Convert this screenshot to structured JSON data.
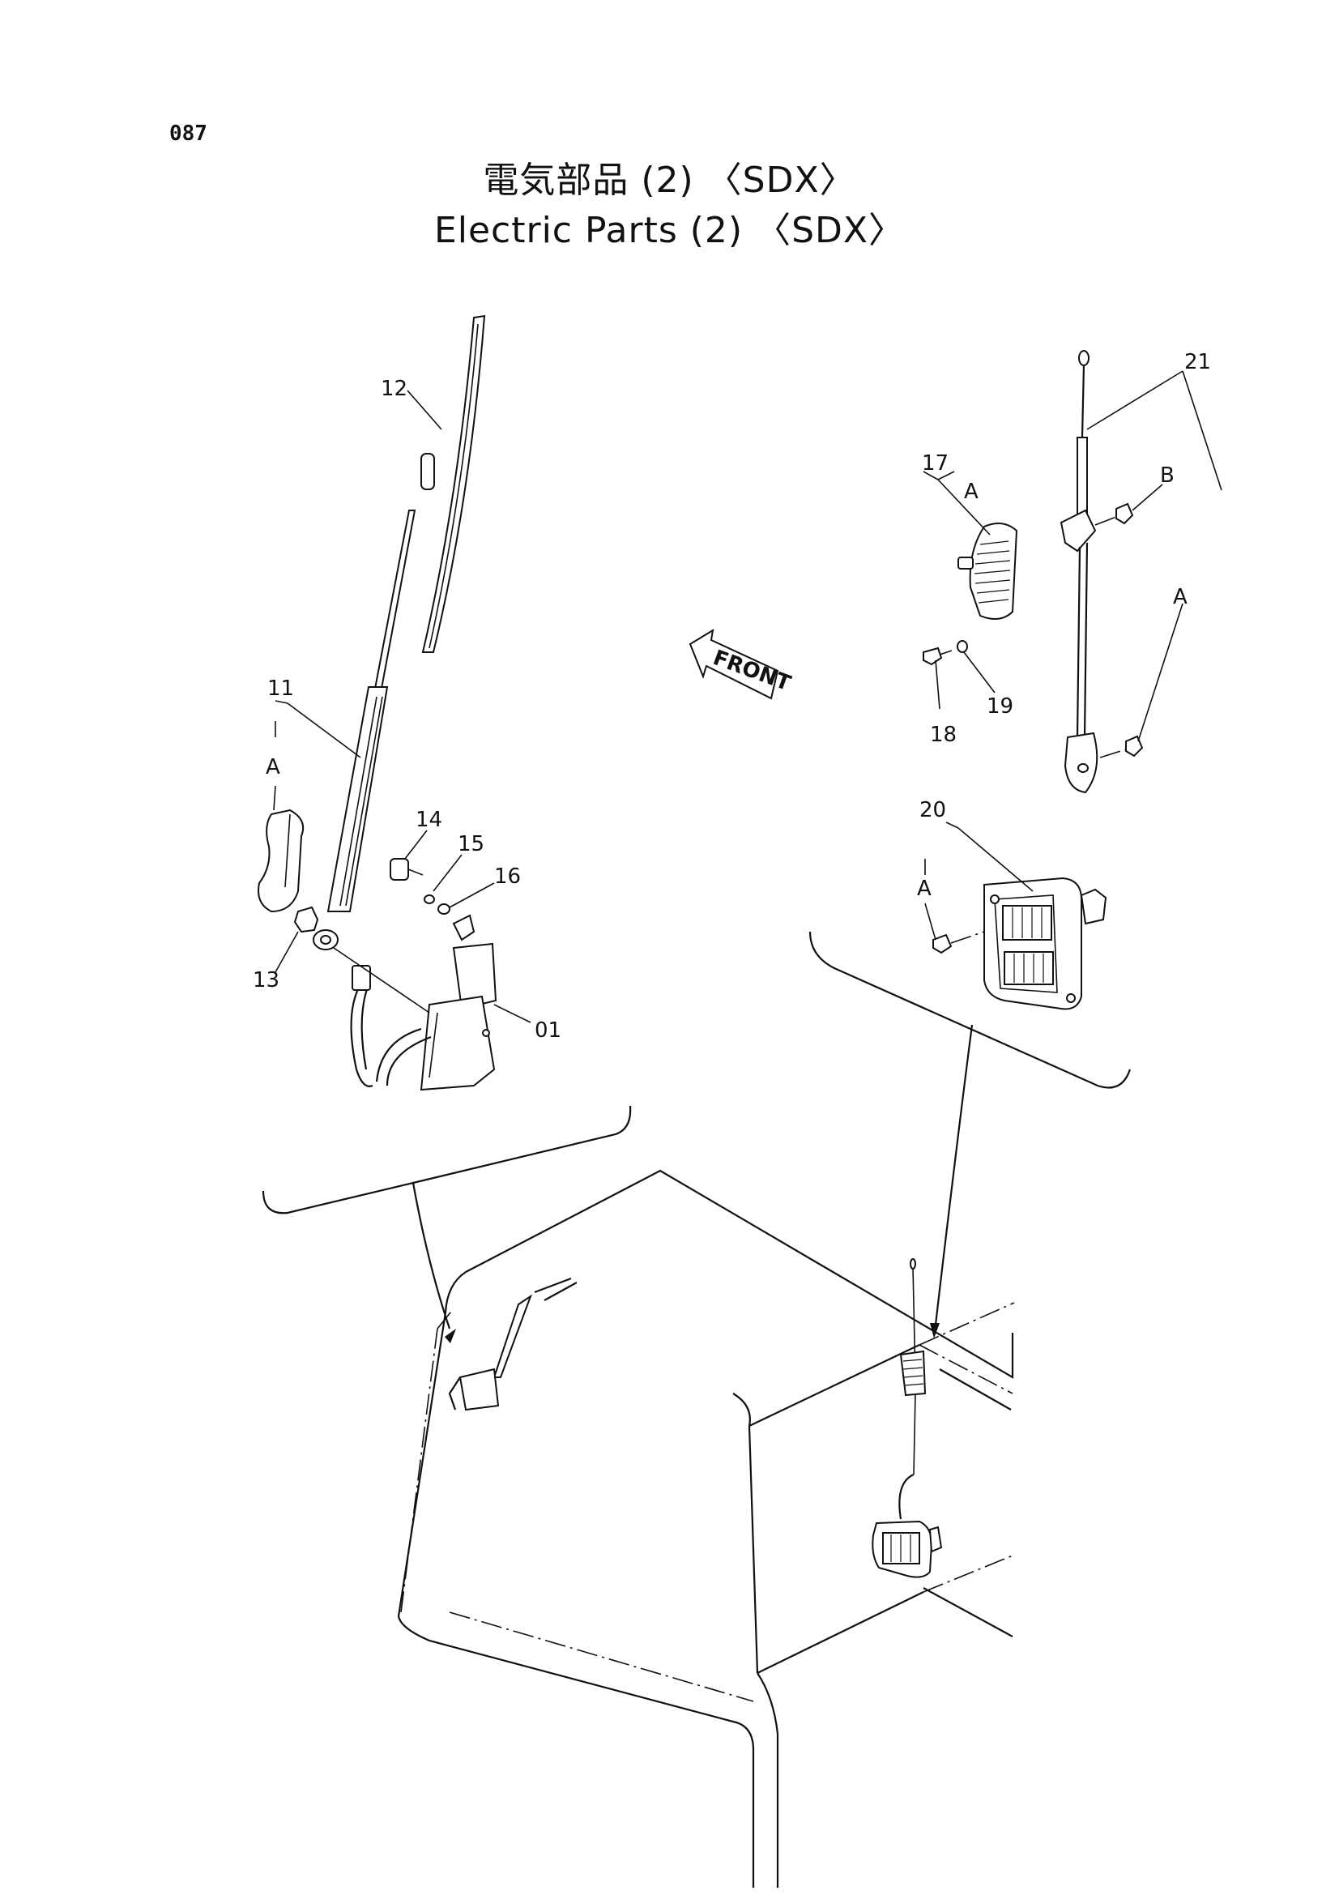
{
  "page": {
    "number": "087"
  },
  "title": {
    "japanese": "電気部品 (2) 〈SDX〉",
    "english": "Electric Parts (2) 〈SDX〉"
  },
  "front_indicator": "FRONT",
  "callouts": [
    {
      "id": "01",
      "label": "01"
    },
    {
      "id": "11",
      "label": "11"
    },
    {
      "id": "12",
      "label": "12"
    },
    {
      "id": "13",
      "label": "13"
    },
    {
      "id": "14",
      "label": "14"
    },
    {
      "id": "15",
      "label": "15"
    },
    {
      "id": "16",
      "label": "16"
    },
    {
      "id": "17",
      "label": "17"
    },
    {
      "id": "18",
      "label": "18"
    },
    {
      "id": "19",
      "label": "19"
    },
    {
      "id": "20",
      "label": "20"
    },
    {
      "id": "21",
      "label": "21"
    }
  ],
  "sub_letters": {
    "a": "A",
    "b": "B"
  }
}
